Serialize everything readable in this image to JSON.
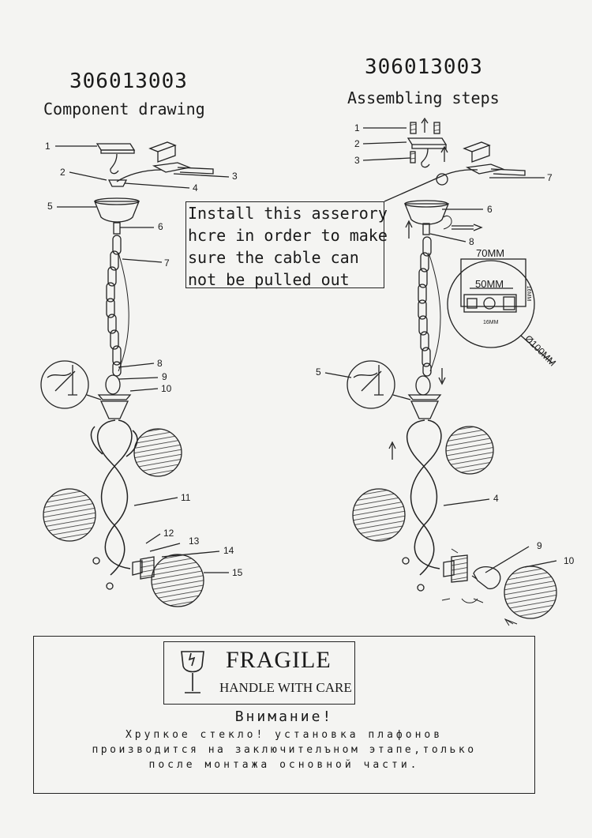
{
  "component": {
    "code": "306013003",
    "title": "Component drawing",
    "labels": [
      "1",
      "2",
      "3",
      "4",
      "5",
      "6",
      "7",
      "8",
      "9",
      "10",
      "11",
      "12",
      "13",
      "14",
      "15"
    ]
  },
  "assembly": {
    "code": "306013003",
    "title": "Assembling steps",
    "labels": [
      "1",
      "2",
      "3",
      "4",
      "5",
      "6",
      "7",
      "8",
      "9",
      "10"
    ]
  },
  "note": {
    "lines": [
      "Install this asserory",
      "hcre in order to make",
      "sure the cable can",
      "not be pulled out"
    ]
  },
  "dimensions": {
    "d1": "70MM",
    "d2": "50MM",
    "d3": "16MM",
    "d4": "16MM",
    "diameter": "Ø100MM"
  },
  "warning": {
    "fragile": "FRAGILE",
    "handle": "HANDLE WITH CARE",
    "attention": "Внимание!",
    "line1": "Хрупкое стекло! установка плафонов",
    "line2": "производится на заключителъном этапе,только",
    "line3": "после монтажа основной части."
  }
}
